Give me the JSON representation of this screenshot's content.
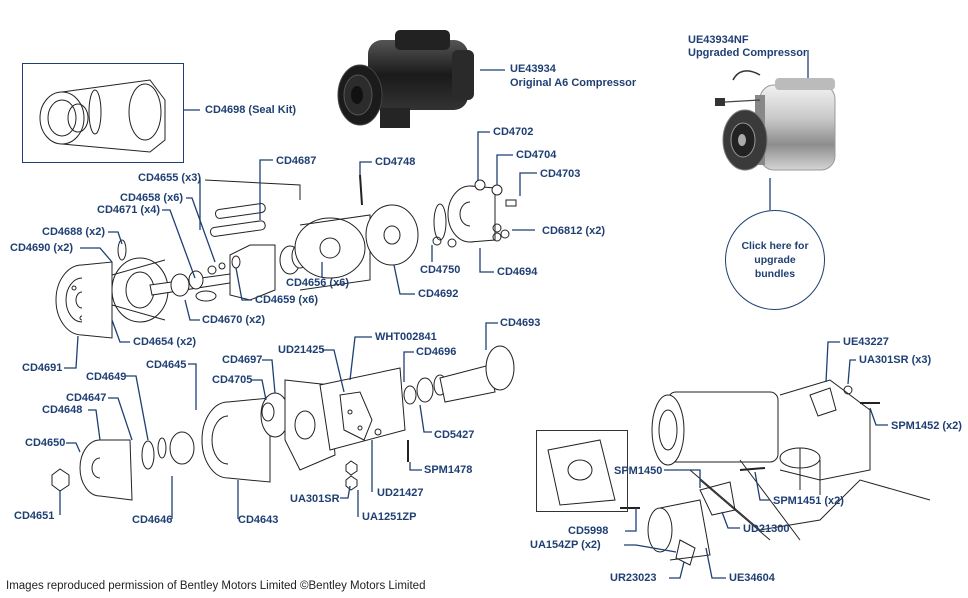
{
  "footer": "Images reproduced permission of Bentley Motors Limited ©Bentley Motors Limited",
  "original_label": {
    "part": "UE43934",
    "name": "Original A6 Compressor"
  },
  "upgraded_label": {
    "part": "UE43934NF",
    "name": "Upgraded Compressor"
  },
  "bundle_text": "Click here for upgrade bundles",
  "seal_kit_label": "CD4698 (Seal Kit)",
  "colors": {
    "label": "#1f3f73",
    "line": "#1f3f73",
    "drawing": "#222222"
  },
  "parts": [
    "CD4687",
    "CD4748",
    "CD4702",
    "CD4704",
    "CD4703",
    "CD4655 (x3)",
    "CD4658 (x6)",
    "CD4671 (x4)",
    "CD6812 (x2)",
    "CD4688 (x2)",
    "CD4690 (x2)",
    "CD4750",
    "CD4694",
    "CD4692",
    "CD4656 (x6)",
    "CD4659 (x6)",
    "CD4670 (x2)",
    "CD4654 (x2)",
    "CD4691",
    "CD4693",
    "WHT002841",
    "UD21425",
    "CD4696",
    "CD4697",
    "CD4705",
    "CD4645",
    "CD4649",
    "CD4647",
    "CD4648",
    "CD4650",
    "CD4651",
    "CD4646",
    "CD4643",
    "CD5427",
    "SPM1478",
    "UD21427",
    "UA301SR",
    "UA1251ZP",
    "UE43227",
    "UA301SR (x3)",
    "SPM1452 (x2)",
    "SPM1450",
    "SPM1451 (x2)",
    "CD5998",
    "UA154ZP (x2)",
    "UD21300",
    "UR23023",
    "UE34604"
  ]
}
